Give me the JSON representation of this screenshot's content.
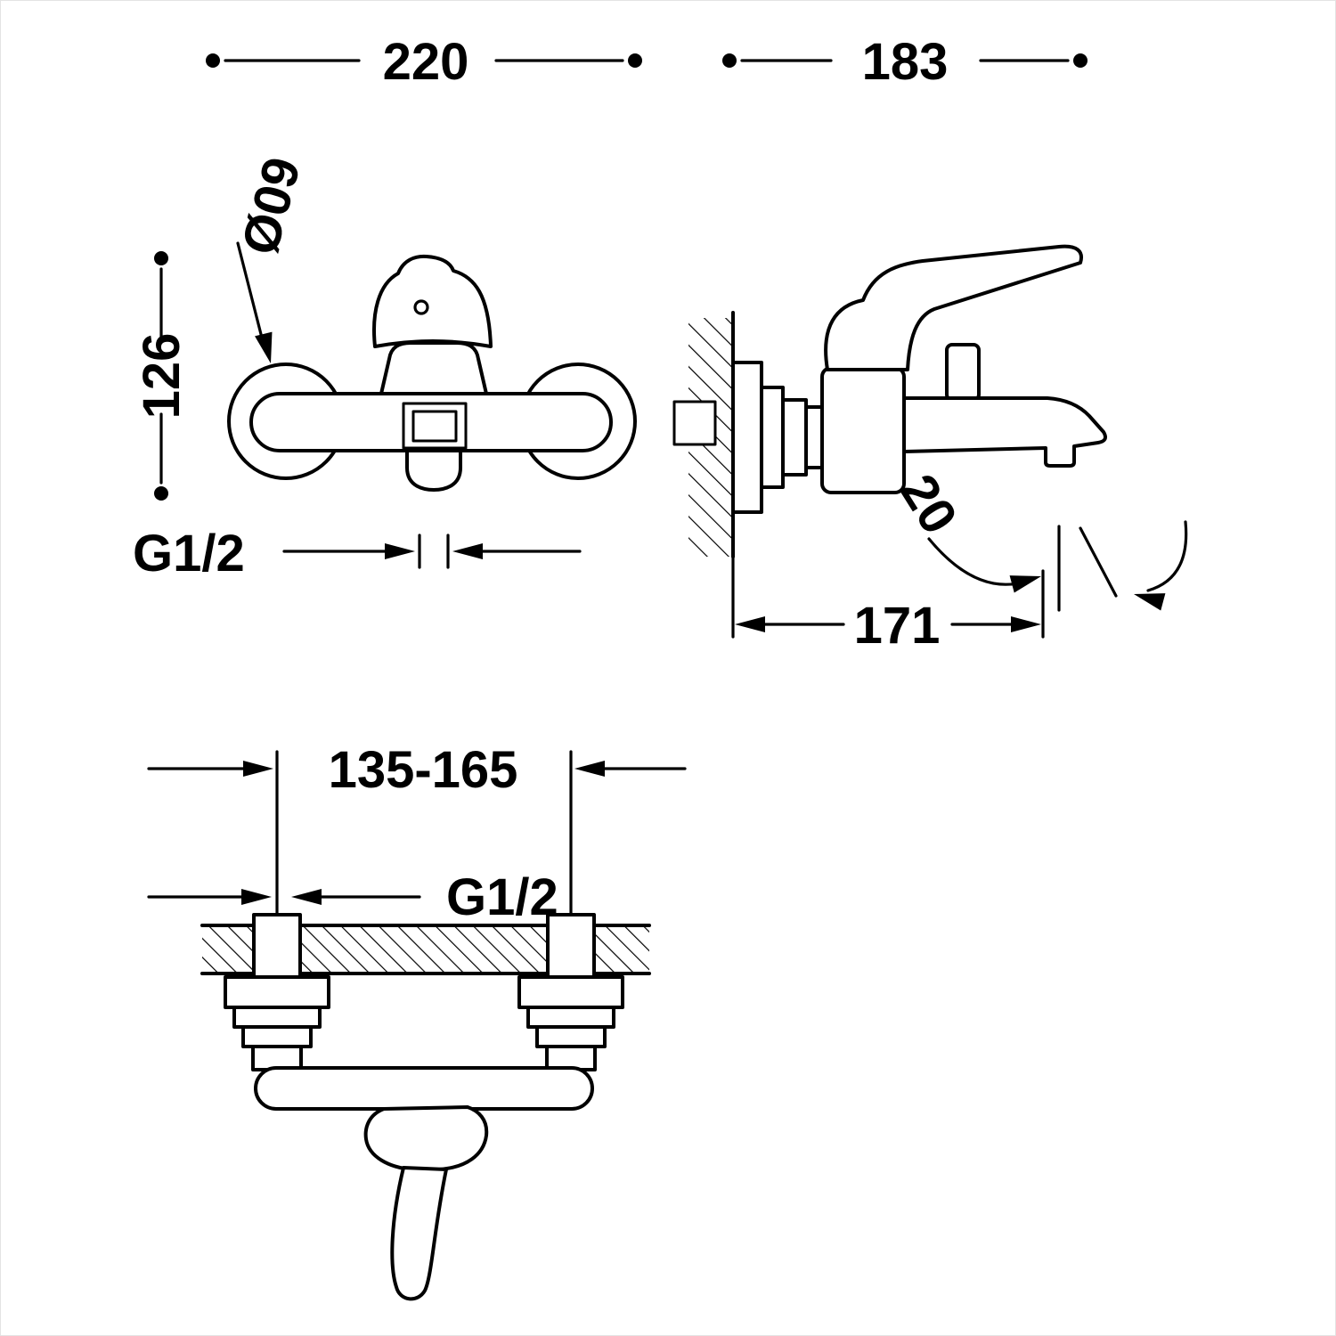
{
  "drawing": {
    "type": "technical-dimension-drawing",
    "subject": "wall-mounted single-lever bath-shower mixer",
    "views": [
      "front",
      "side",
      "plan"
    ],
    "colors": {
      "line": "#000000",
      "background": "#ffffff"
    }
  },
  "dims": {
    "width_front": "220",
    "depth_side": "183",
    "escutcheon_diameter": "60Ø",
    "height_front": "126",
    "thread_front": "G1/2",
    "spout_angle": "20",
    "projection_side": "171",
    "mounting_centers": "135-165",
    "thread_plan": "G1/2"
  }
}
